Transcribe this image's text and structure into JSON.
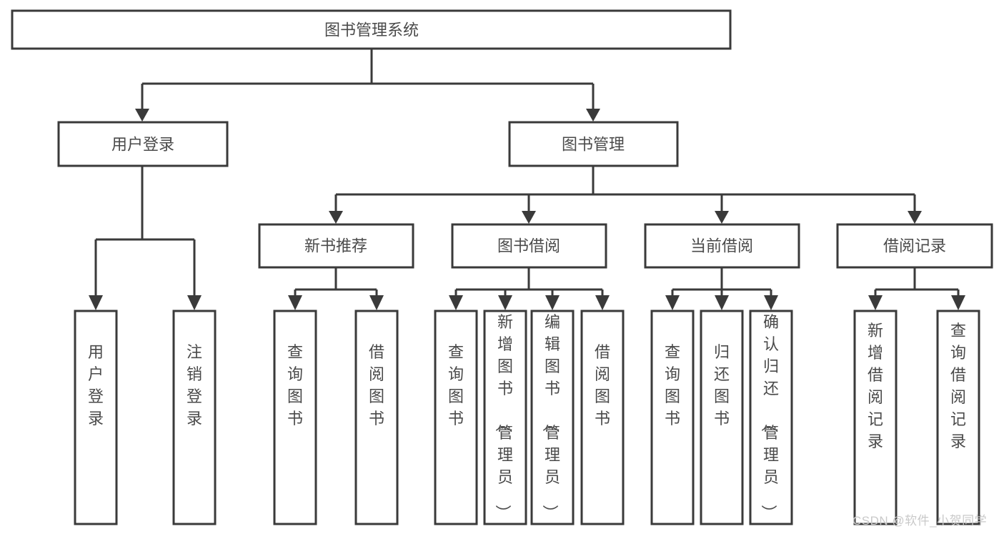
{
  "diagram": {
    "title": "图书管理系统",
    "type": "tree",
    "watermark": "CSDN @软件_小贺同学",
    "colors": {
      "box_stroke": "#3a3a3a",
      "box_fill": "#ffffff",
      "text": "#4a4a4a",
      "connector": "#3a3a3a",
      "watermark": "#c9c9c9",
      "background": "#ffffff"
    },
    "nodes": {
      "root": {
        "label": "图书管理系统"
      },
      "level2": [
        {
          "id": "user-login",
          "label": "用户登录"
        },
        {
          "id": "book-management",
          "label": "图书管理"
        }
      ],
      "level3": [
        {
          "id": "new-book-recommend",
          "label": "新书推荐"
        },
        {
          "id": "book-borrow",
          "label": "图书借阅"
        },
        {
          "id": "current-borrow",
          "label": "当前借阅"
        },
        {
          "id": "borrow-record",
          "label": "借阅记录"
        }
      ],
      "leaves": {
        "user_login": [
          {
            "id": "leaf-user-login",
            "label": "用户登录"
          },
          {
            "id": "leaf-logout-login",
            "label": "注销登录"
          }
        ],
        "new_book_recommend": [
          {
            "id": "leaf-query-book-1",
            "label": "查询图书"
          },
          {
            "id": "leaf-borrow-book-1",
            "label": "借阅图书"
          }
        ],
        "book_borrow": [
          {
            "id": "leaf-query-book-2",
            "label": "查询图书"
          },
          {
            "id": "leaf-add-book",
            "label": "新增图书（管理员）"
          },
          {
            "id": "leaf-edit-book",
            "label": "编辑图书（管理员）"
          },
          {
            "id": "leaf-borrow-book-2",
            "label": "借阅图书"
          }
        ],
        "current_borrow": [
          {
            "id": "leaf-query-book-3",
            "label": "查询图书"
          },
          {
            "id": "leaf-return-book",
            "label": "归还图书"
          },
          {
            "id": "leaf-confirm-return",
            "label": "确认归还（管理员）"
          }
        ],
        "borrow_record": [
          {
            "id": "leaf-add-record",
            "label": "新增借阅记录"
          },
          {
            "id": "leaf-query-record",
            "label": "查询借阅记录"
          }
        ]
      }
    }
  }
}
